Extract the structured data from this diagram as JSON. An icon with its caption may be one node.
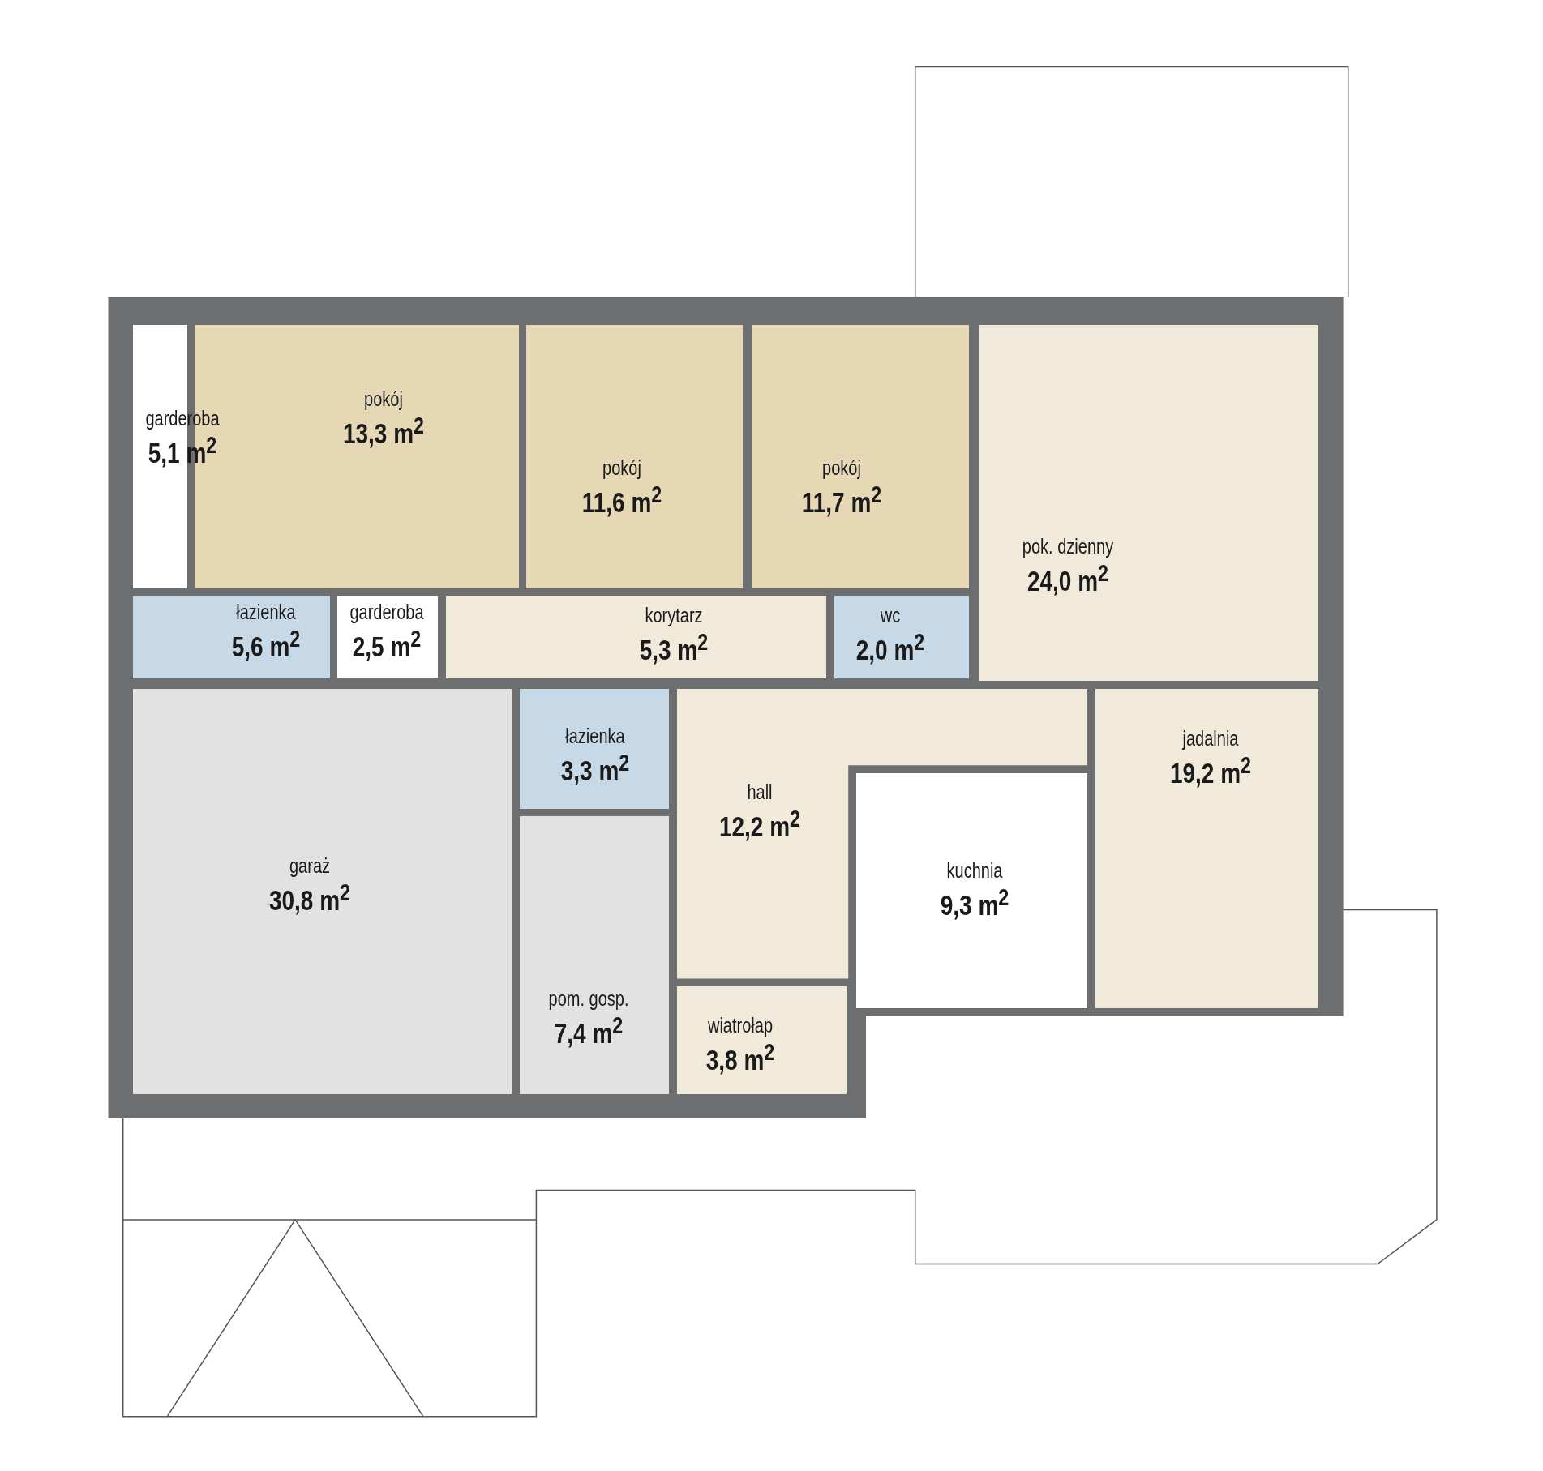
{
  "diagram": {
    "nodes": [
      {
        "text": [
          "garderoba",
          "5,1 m$^{2}$"
        ]
      },
      {
        "text": [
          "pokój",
          "13,3 m$^{2}$"
        ]
      },
      {
        "text": [
          "pokój",
          "11,6 m$^{2}$"
        ]
      },
      {
        "text": [
          "pokój",
          "11,7 m$^{2}$"
        ]
      },
      {
        "text": [
          "pok. dzienny",
          "24,0 m$^{2}$"
        ]
      },
      {
        "text": [
          "łazienka",
          "5,6 m$^{2}$"
        ]
      },
      {
        "text": [
          "garderoba",
          "2,5 m$^{2}$"
        ]
      },
      {
        "text": [
          "korytarz",
          "5,3 m$^{2}$"
        ]
      },
      {
        "text": [
          "wc",
          "2,0 m$^{2}$"
        ]
      },
      {
        "text": [
          "jadalnia",
          "19,2 m$^{2}$"
        ]
      },
      {
        "text": [
          "łazienka",
          "3,3 m$^{2}$"
        ]
      },
      {
        "text": [
          "hall",
          "12,2 m$^{2}$"
        ]
      },
      {
        "text": [
          "garaż",
          "30,8 m$^{2}$"
        ]
      },
      {
        "text": [
          "kuchnia",
          "9,3 m$^{2}$"
        ]
      },
      {
        "text": [
          "pom. gosp.",
          "7,4 m$^{2}$"
        ]
      },
      {
        "text": [
          "wiatrołap",
          "3,8 m$^{2}$"
        ]
      }
    ]
  }
}
